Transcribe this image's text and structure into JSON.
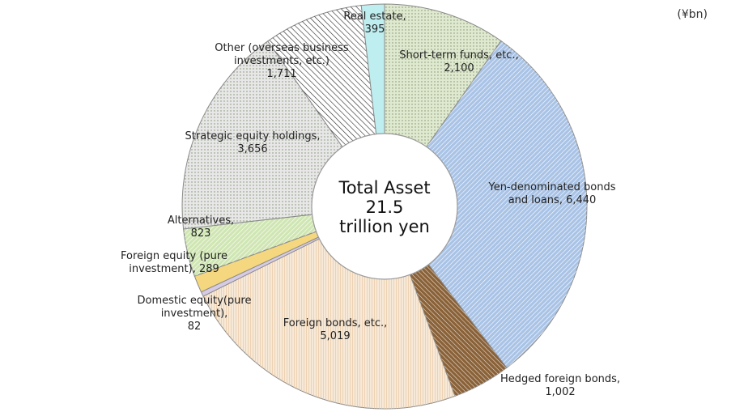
{
  "unit_label": "(¥bn)",
  "chart_data": {
    "type": "pie",
    "style": "donut",
    "center_text": [
      "Total Asset",
      "21.5",
      "trillion yen"
    ],
    "start_angle_deg": 0,
    "direction": "clockwise",
    "slices": [
      {
        "label": [
          "Short-term funds, etc.,",
          "2,100"
        ],
        "value": 2100,
        "color": "#dfe9cf",
        "pattern": "dots"
      },
      {
        "label": [
          "Yen-denominated bonds",
          "and loans, 6,440"
        ],
        "value": 6440,
        "color": "#a9c3e6",
        "pattern": "diag-right"
      },
      {
        "label": [
          "Hedged foreign bonds,",
          "1,002"
        ],
        "value": 1002,
        "color": "#8a6239",
        "pattern": "diag-left-dense"
      },
      {
        "label": [
          "Foreign bonds, etc.,",
          "5,019"
        ],
        "value": 5019,
        "color": "#f7e9d8",
        "pattern": "vertical"
      },
      {
        "label": [
          "Domestic equity(pure",
          "investment),",
          "82"
        ],
        "value": 82,
        "color": "#d6cbe4",
        "pattern": "none"
      },
      {
        "label": [
          "Foreign equity (pure",
          "investment), 289"
        ],
        "value": 289,
        "color": "#f4d77e",
        "pattern": "none"
      },
      {
        "label": [
          "Alternatives,",
          "823"
        ],
        "value": 823,
        "color": "#cfe6b3",
        "pattern": "diag-right"
      },
      {
        "label": [
          "Strategic equity holdings,",
          "3,656"
        ],
        "value": 3656,
        "color": "#e7e7e7",
        "pattern": "dots"
      },
      {
        "label": [
          "Other (overseas business",
          "investments, etc.)",
          "1,711"
        ],
        "value": 1711,
        "color": "#ffffff",
        "pattern": "diag-left-black"
      },
      {
        "label": [
          "Real estate,",
          "395"
        ],
        "value": 395,
        "color": "#bfeef0",
        "pattern": "none"
      }
    ]
  }
}
